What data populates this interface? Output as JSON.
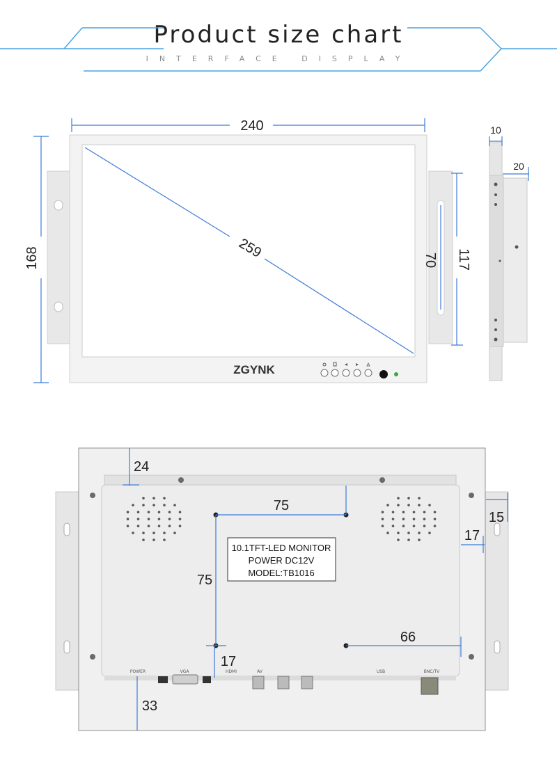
{
  "header": {
    "title": "Product size chart",
    "subtitle": "INTERFACE DISPLAY"
  },
  "front_view": {
    "brand": "ZGYNK",
    "dimensions": {
      "width": "240",
      "height": "168",
      "diagonal": "259",
      "bracket_slot": "70",
      "bracket_height": "117"
    }
  },
  "side_view": {
    "dimensions": {
      "thickness": "10",
      "depth": "20"
    }
  },
  "back_view": {
    "label": {
      "line1": "10.1TFT-LED MONITOR",
      "line2": "POWER DC12V",
      "line3": "MODEL:TB1016"
    },
    "dimensions": {
      "top_offset": "24",
      "vesa_horizontal": "75",
      "vesa_vertical": "75",
      "bottom_offset": "17",
      "right_offset": "17",
      "bracket_width": "15",
      "right_hole_offset": "66",
      "bottom_depth": "33"
    },
    "ports": [
      "POWER",
      "VGA",
      "HDMI",
      "AV",
      "USB",
      "BNC/TV"
    ]
  },
  "colors": {
    "dimension_line": "#3b7bd8",
    "housing": "#ececec",
    "housing_dark": "#d9d9d9",
    "accent": "#4aa3df"
  }
}
